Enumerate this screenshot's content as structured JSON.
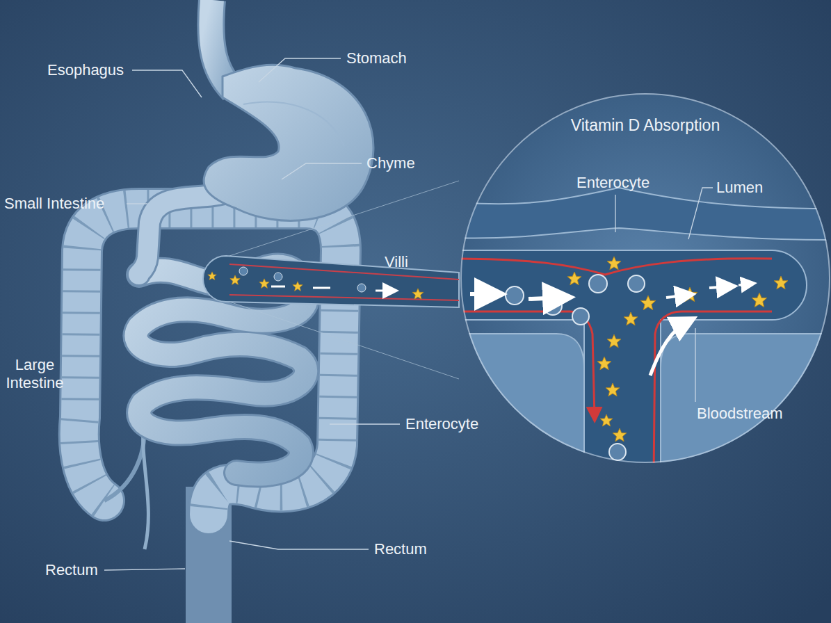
{
  "diagram": {
    "nodes": [
      {
        "text": [
          "Vitamin D Absorption"
        ]
      }
    ],
    "labels": [
      "Esophagus",
      "Stomach",
      "Chyme",
      "Small Intestine",
      "Villi",
      "Large Intestine",
      "Enterocyte",
      "Rectum",
      "Rectum",
      "Enterocyte",
      "Lumen",
      "Bloodstream"
    ]
  }
}
